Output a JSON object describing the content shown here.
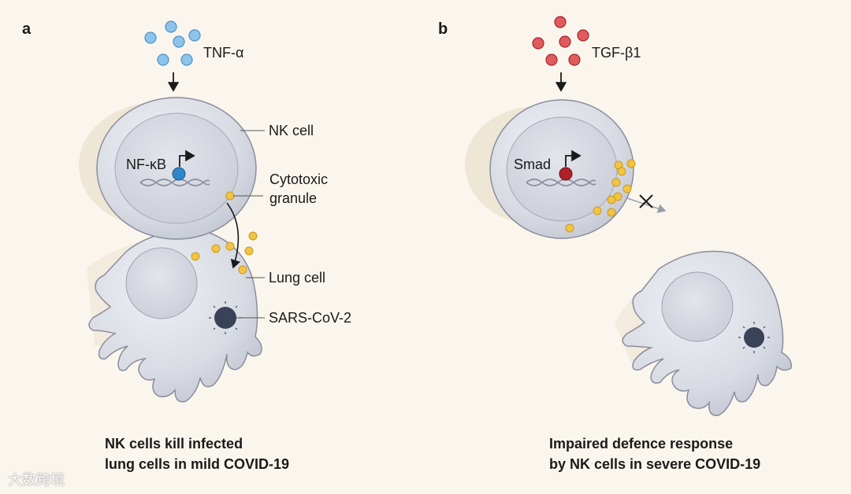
{
  "panel_a": {
    "letter": "a",
    "signal_label": "TNF-α",
    "factor_label": "NF-κB",
    "nk_cell_label": "NK cell",
    "granule_label": "Cytotoxic\ngranule",
    "lung_cell_label": "Lung cell",
    "virus_label": "SARS-CoV-2",
    "caption_line1": "NK cells kill infected",
    "caption_line2": "lung cells in mild COVID-19"
  },
  "panel_b": {
    "letter": "b",
    "signal_label": "TGF-β1",
    "factor_label": "Smad",
    "caption_line1": "Impaired defence response",
    "caption_line2": "by NK cells in severe COVID-19"
  },
  "watermark": "大数跨境",
  "colors": {
    "background": "#faf6ee",
    "cell_fill": "#dcdee6",
    "cell_stroke": "#8a8e9c",
    "tnf_molecule": "#7fbbe8",
    "tgf_molecule": "#e05a5e",
    "nfkb": "#2f86c9",
    "smad": "#b0222a",
    "granule": "#f0c040",
    "virus": "#3a4258"
  }
}
